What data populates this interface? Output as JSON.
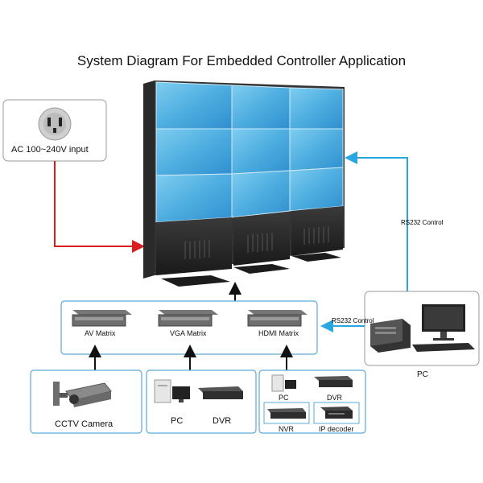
{
  "diagram": {
    "title": "System Diagram For Embedded Controller Application",
    "power": {
      "label": "AC 100~240V input",
      "icon": "power-socket-icon"
    },
    "rs232_vertical": "RS232 Control",
    "rs232_horizontal": "RS232 Control",
    "pc_label": "PC",
    "matrices": [
      {
        "label": "AV Matrix"
      },
      {
        "label": "VGA Matrix"
      },
      {
        "label": "HDMI Matrix"
      }
    ],
    "sources": {
      "cctv": "CCTV Camera",
      "group2": [
        "PC",
        "DVR"
      ],
      "group3": [
        "PC",
        "DVR",
        "NVR",
        "IP decoder"
      ]
    },
    "colors": {
      "power_line": "#d81e1e",
      "control_line": "#2aa6e0",
      "box_border": "#5aa9d6",
      "screen": "#4fb0de"
    }
  }
}
